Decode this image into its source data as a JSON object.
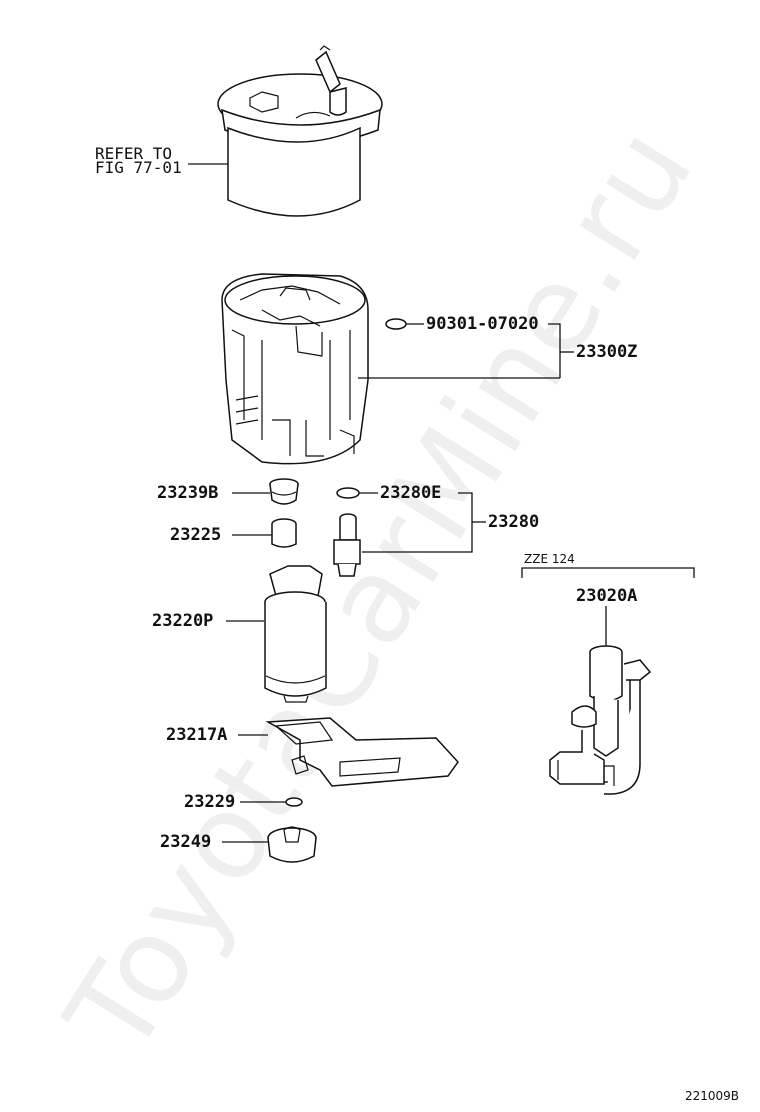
{
  "watermark": "ToyotaCarMine.ru",
  "refer": {
    "line1": "REFER TO",
    "line2": "FIG 77-01"
  },
  "parts": {
    "p90301": "90301-07020",
    "p23300z": "23300Z",
    "p23239b": "23239B",
    "p23280e": "23280E",
    "p23225": "23225",
    "p23280": "23280",
    "p23220p": "23220P",
    "p23217a": "23217A",
    "p23229": "23229",
    "p23249": "23249",
    "p23020a": "23020A"
  },
  "variant": {
    "label": "ZZE 124"
  },
  "figure_id": "221009B"
}
